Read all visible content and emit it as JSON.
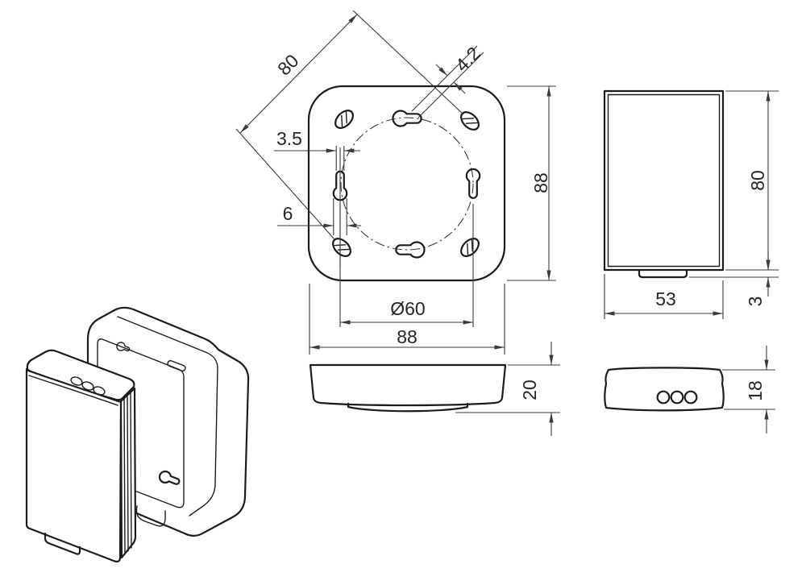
{
  "page": {
    "background": "#ffffff"
  },
  "colors": {
    "outline": "#1c1c1c",
    "dimension": "#3a3a3a",
    "text": "#262626"
  },
  "views": {
    "top_view": {
      "dims": {
        "diagonal_pitch": "80",
        "top_slot_width": "4.2",
        "side_slot_width": "3.5",
        "side_hole_diameter": "6",
        "bolt_circle": "Ø60",
        "width": "88",
        "height": "88"
      }
    },
    "front_view": {
      "dims": {
        "height": "80",
        "width": "53",
        "tab_height": "3"
      }
    },
    "side_profile": {
      "dims": {
        "depth": "20"
      }
    },
    "top_profile": {
      "dims": {
        "depth": "18"
      }
    }
  }
}
